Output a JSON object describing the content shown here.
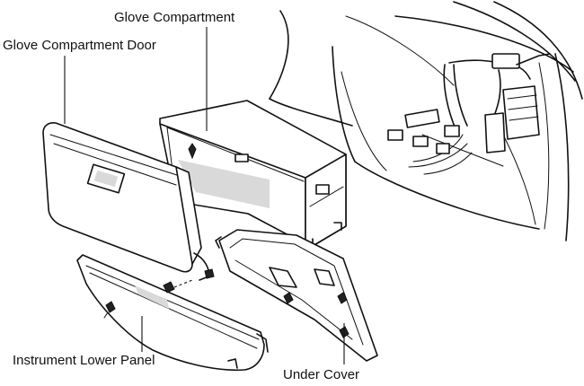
{
  "labels": {
    "glove_compartment": "Glove Compartment",
    "glove_compartment_door": "Glove Compartment Door",
    "instrument_lower_panel": "Instrument Lower Panel",
    "under_cover": "Under Cover"
  }
}
